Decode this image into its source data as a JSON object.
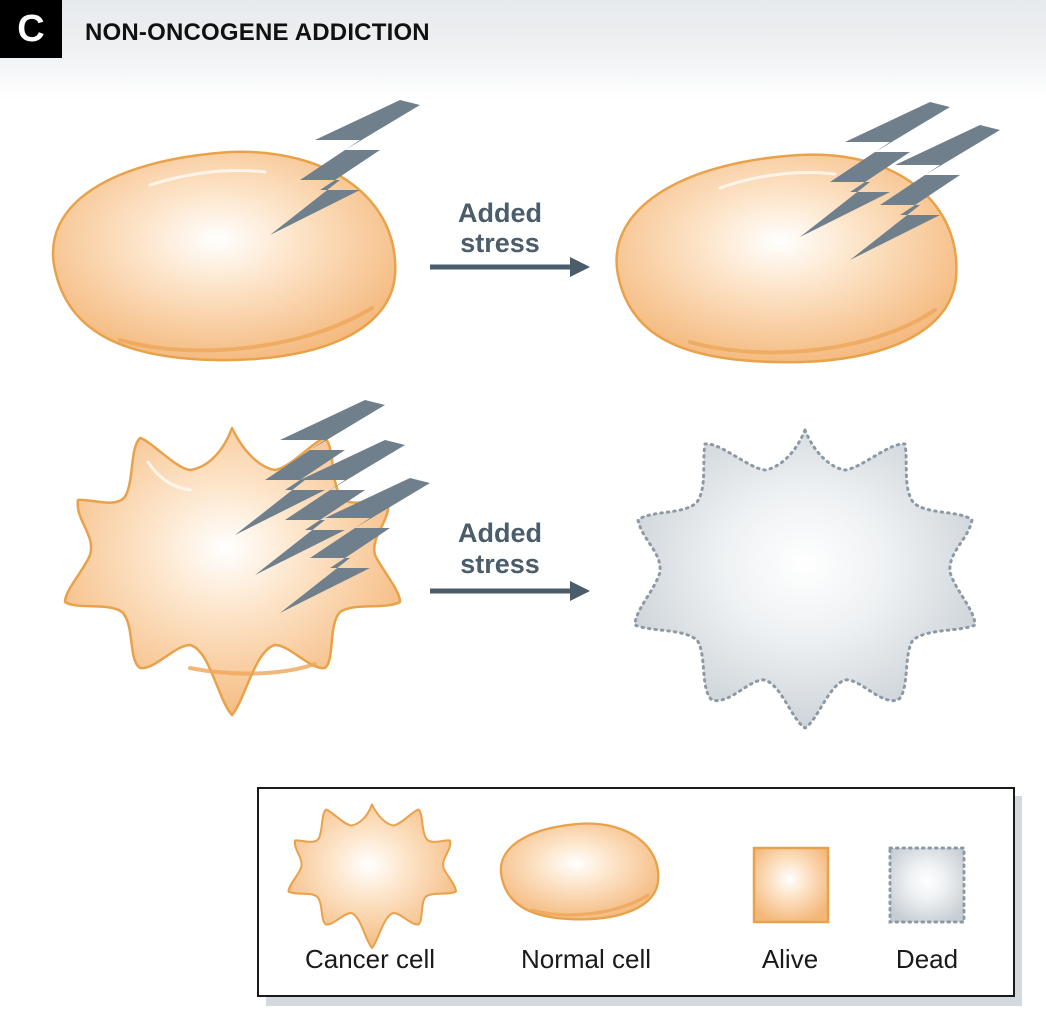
{
  "panel": {
    "letter": "C",
    "title": "NON-ONCOGENE ADDICTION"
  },
  "rows": [
    {
      "arrow_label_line1": "Added",
      "arrow_label_line2": "stress"
    },
    {
      "arrow_label_line1": "Added",
      "arrow_label_line2": "stress"
    }
  ],
  "legend": {
    "items": [
      {
        "label": "Cancer cell"
      },
      {
        "label": "Normal cell"
      },
      {
        "label": "Alive"
      },
      {
        "label": "Dead"
      }
    ]
  },
  "colors": {
    "cell_fill": "#f6c186",
    "cell_outline": "#e9a24a",
    "dead_fill": "#d7dde2",
    "dead_outline": "#8d9aa5",
    "bolt": "#6f7f8b",
    "arrow": "#4b5d6a",
    "header_bg": "#e9ecef"
  }
}
